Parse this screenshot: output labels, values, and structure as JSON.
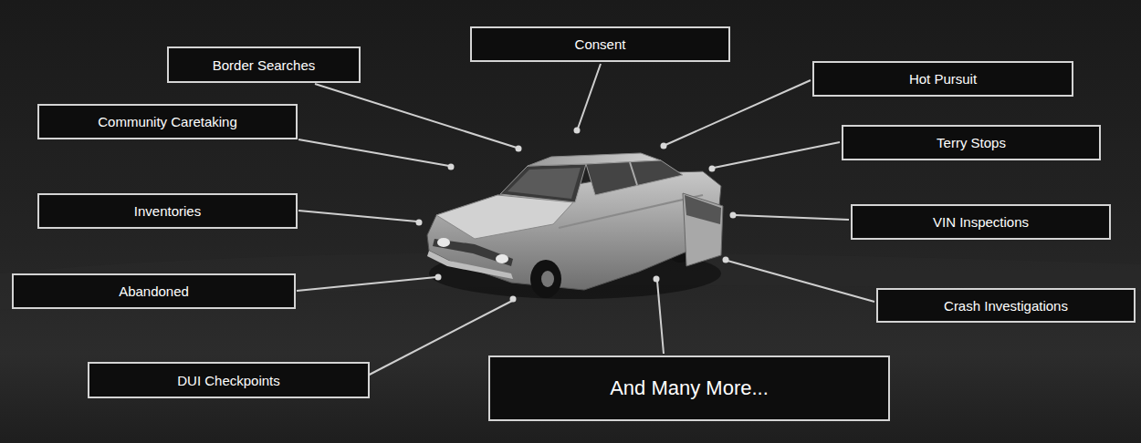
{
  "diagram": {
    "nodes": [
      {
        "text": [
          "Consent"
        ]
      },
      {
        "text": [
          "Border Searches"
        ]
      },
      {
        "text": [
          "Hot Pursuit"
        ]
      },
      {
        "text": [
          "Community Caretaking"
        ]
      },
      {
        "text": [
          "Terry Stops"
        ]
      },
      {
        "text": [
          "Inventories"
        ]
      },
      {
        "text": [
          "VIN Inspections"
        ]
      },
      {
        "text": [
          "Abandoned"
        ]
      },
      {
        "text": [
          "Crash Investigations"
        ]
      },
      {
        "text": [
          "DUI Checkpoints"
        ]
      },
      {
        "text": [
          "And Many More..."
        ]
      }
    ]
  }
}
